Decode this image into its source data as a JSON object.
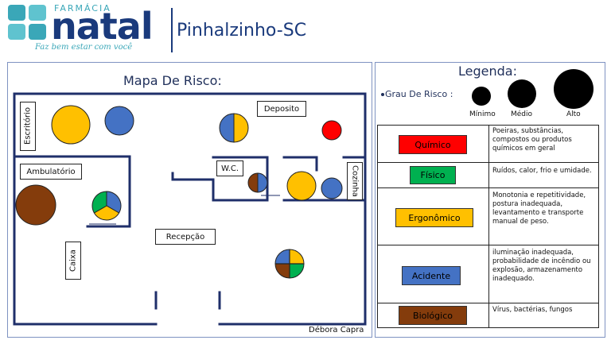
{
  "header": {
    "brand_small": "FARMÁCIA",
    "brand_name": "natal",
    "tagline": "Faz bem estar com você",
    "city": "Pinhalzinho-SC"
  },
  "map": {
    "title": "Mapa De Risco:",
    "author": "Débora Capra",
    "rooms": {
      "escritorio": "Escritório",
      "deposito": "Deposito",
      "ambulatorio": "Ambulatório",
      "wc": "W.C.",
      "cozinha": "Cozinha",
      "recepcao": "Recepção",
      "caixa": "Caixa"
    }
  },
  "legend": {
    "title": "Legenda:",
    "grau_label": "Grau De Risco :",
    "levels": [
      "Mínimo",
      "Médio",
      "Alto"
    ],
    "risks": [
      {
        "name": "Químico",
        "color": "#ff0000",
        "text_color": "#111111",
        "description": "Poeiras, substâncias, compostos ou produtos químicos em geral"
      },
      {
        "name": "Físico",
        "color": "#00b050",
        "text_color": "#111111",
        "description": "Ruídos, calor, frio e umidade."
      },
      {
        "name": "Ergonômico",
        "color": "#ffc000",
        "text_color": "#111111",
        "description": "Monotonia e repetitividade, postura inadequada, levantamento e transporte manual de peso."
      },
      {
        "name": "Acidente",
        "color": "#4472c4",
        "text_color": "#111111",
        "description": "iluminação inadequada, probabilidade de incêndio ou explosão, armazenamento inadequado."
      },
      {
        "name": "Biológico",
        "color": "#843c0c",
        "text_color": "#111111",
        "description": "Vírus, bactérias, fungos"
      }
    ]
  },
  "colors": {
    "quimico": "#ff0000",
    "fisico": "#00b050",
    "ergonomico": "#ffc000",
    "acidente": "#4472c4",
    "biologico": "#843c0c",
    "brand_navy": "#1a3a7c",
    "brand_teal": "#3aa7b8"
  }
}
